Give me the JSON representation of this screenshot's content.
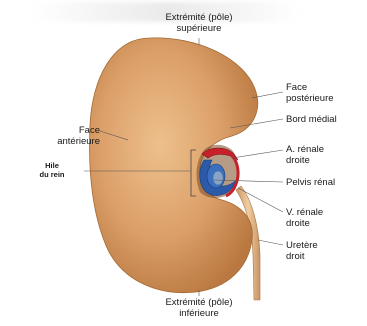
{
  "labels": {
    "top_pole": [
      "Extrémité (pôle)",
      "supérieure"
    ],
    "posterior_face": [
      "Face",
      "postérieure"
    ],
    "medial_border": "Bord médial",
    "anterior_face": [
      "Face",
      "antérieure"
    ],
    "renal_artery": [
      "A. rénale",
      "droite"
    ],
    "hilum": [
      "Hile",
      "du rein"
    ],
    "renal_pelvis": "Pelvis rénal",
    "renal_vein": [
      "V. rénale",
      "droite"
    ],
    "ureter": [
      "Uretère",
      "droit"
    ],
    "bottom_pole": [
      "Extrémité (pôle)",
      "inférieure"
    ]
  },
  "colors": {
    "kidney_fill": "#d9a06a",
    "kidney_shadow": "#b87a45",
    "artery": "#c8202a",
    "vein": "#2a5aa8",
    "pelvis": "#8aa4c8",
    "ureter": "#e3b88a",
    "leader_line": "#555555"
  }
}
